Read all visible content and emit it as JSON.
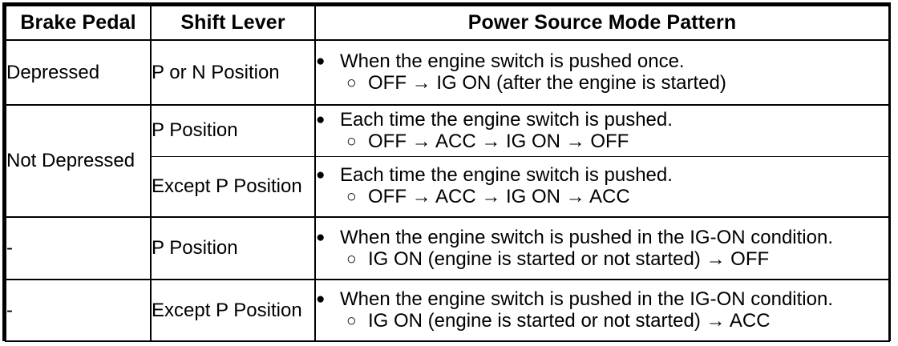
{
  "table": {
    "headers": [
      {
        "label": "Brake Pedal"
      },
      {
        "label": "Shift Lever"
      },
      {
        "label": "Power Source Mode Pattern"
      }
    ],
    "rows": [
      {
        "brake_pedal": "Depressed",
        "shift_lever": "P or N Position",
        "primary_bullet": "When the engine switch is pushed once.",
        "secondary_bullet": "OFF → IG ON (after the engine is started)",
        "bullet_mark_primary": "●",
        "bullet_mark_secondary": "○"
      },
      {
        "brake_pedal": "Not Depressed",
        "shift_lever": "P Position",
        "primary_bullet": "Each time the engine switch is pushed.",
        "secondary_bullet": "OFF → ACC → IG ON → OFF",
        "bullet_mark_primary": "●",
        "bullet_mark_secondary": "○"
      },
      {
        "brake_pedal": "",
        "shift_lever": "Except P Position",
        "primary_bullet": "Each time the engine switch is pushed.",
        "secondary_bullet": "OFF → ACC → IG ON → ACC",
        "bullet_mark_primary": "●",
        "bullet_mark_secondary": "○"
      },
      {
        "brake_pedal": "-",
        "shift_lever": "P Position",
        "primary_bullet": "When the engine switch is pushed in the IG-ON condition.",
        "secondary_bullet": "IG ON (engine is started or not started) → OFF",
        "bullet_mark_primary": "●",
        "bullet_mark_secondary": "○"
      },
      {
        "brake_pedal": "-",
        "shift_lever": "Except P Position",
        "primary_bullet": "When the engine switch is pushed in the IG-ON condition.",
        "secondary_bullet": "IG ON (engine is started or not started) → ACC",
        "bullet_mark_primary": "●",
        "bullet_mark_secondary": "○"
      }
    ],
    "colors": {
      "border": "#000000",
      "text": "#000000",
      "background": "#ffffff"
    }
  }
}
